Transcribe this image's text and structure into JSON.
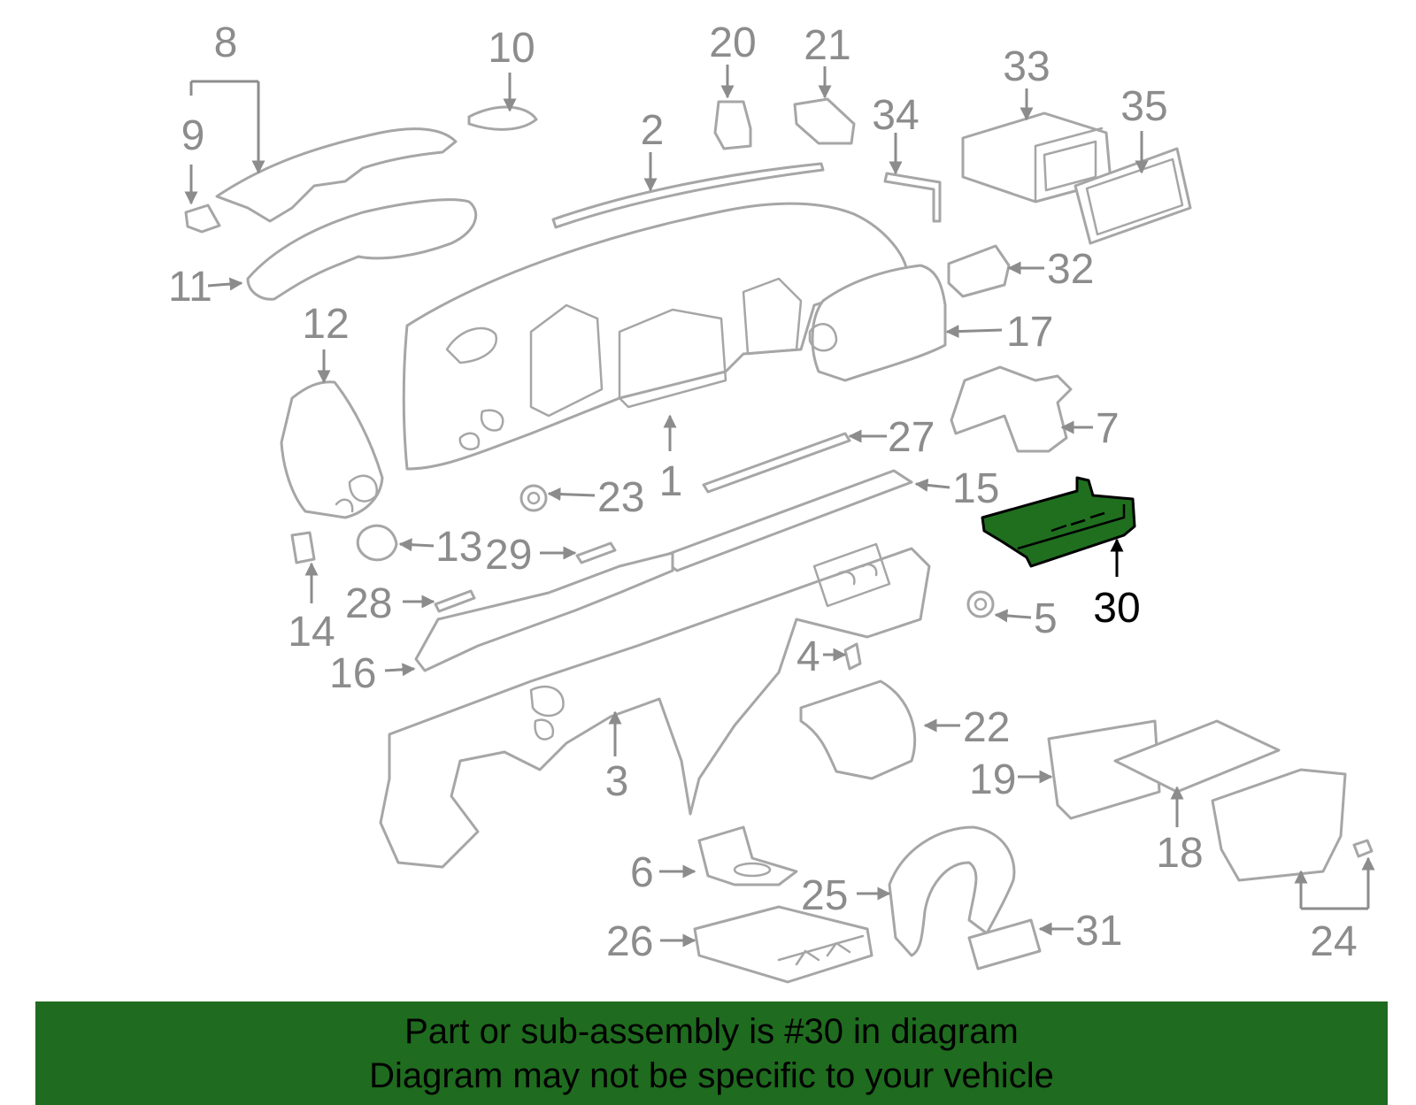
{
  "highlight": {
    "part_number": "30",
    "color": "#1f6f1f"
  },
  "callouts": [
    "8",
    "10",
    "20",
    "21",
    "33",
    "9",
    "34",
    "35",
    "2",
    "11",
    "32",
    "12",
    "17",
    "7",
    "27",
    "23",
    "15",
    "1",
    "13",
    "29",
    "30",
    "14",
    "28",
    "5",
    "4",
    "16",
    "22",
    "3",
    "19",
    "18",
    "6",
    "25",
    "31",
    "26",
    "24"
  ],
  "banner": {
    "line1": "Part or sub-assembly is #30 in diagram",
    "line2": "Diagram may not be specific to your vehicle",
    "background": "#1f6b1f"
  }
}
